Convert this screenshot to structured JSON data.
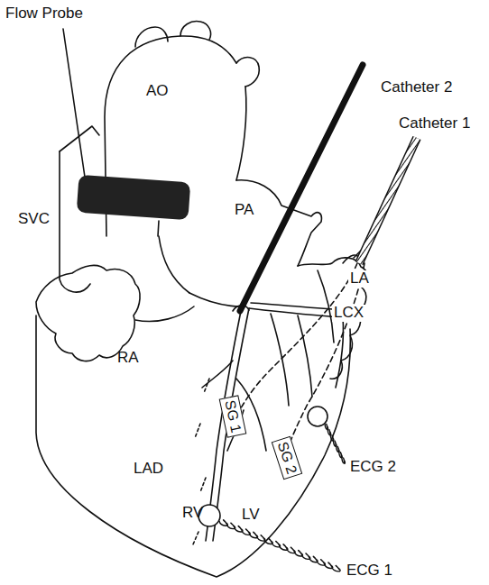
{
  "diagram": {
    "nodes": [
      {
        "text": [
          "SG 1"
        ]
      },
      {
        "text": [
          "SG 2"
        ]
      }
    ],
    "labels": [
      "Flow Probe",
      "Catheter 2",
      "Catheter 1",
      "AO",
      "SVC",
      "PA",
      "LA",
      "LCX",
      "RA",
      "LAD",
      "RV",
      "LV",
      "ECG 2",
      "ECG 1"
    ]
  }
}
